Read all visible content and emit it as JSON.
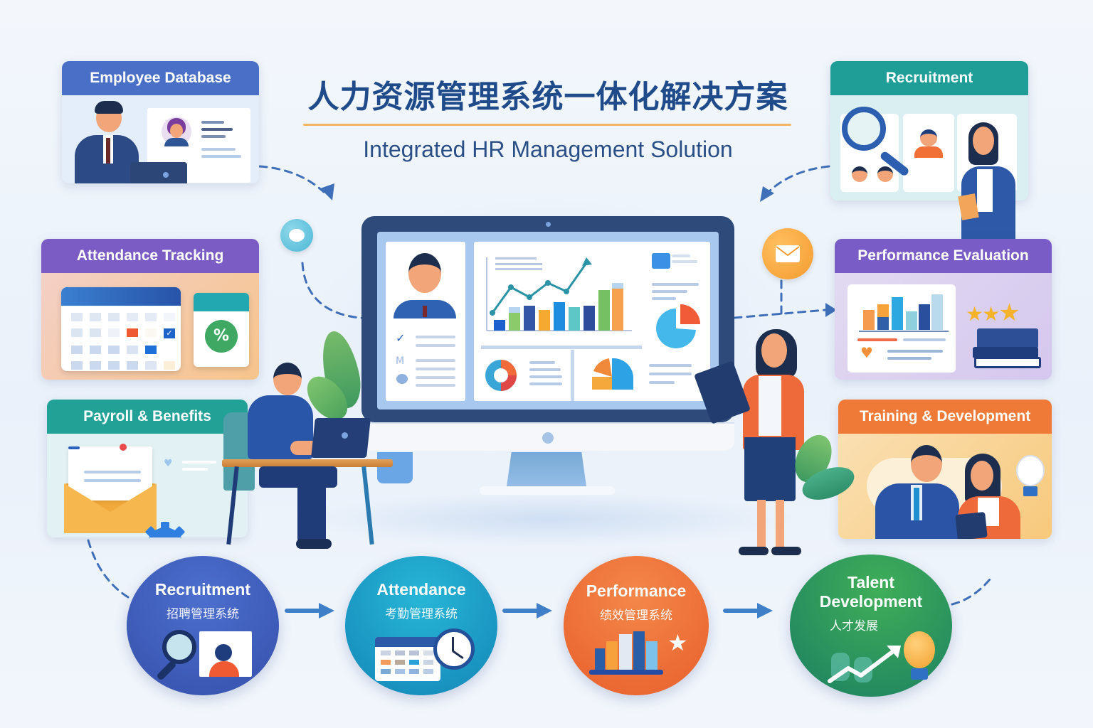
{
  "title": {
    "chinese": "人力资源管理系统一体化解决方案",
    "english": "Integrated HR Management Solution"
  },
  "colors": {
    "title_blue": "#1f4b8a",
    "rule_orange": "#f3b566",
    "employee_database": "#4a6fc7",
    "attendance_tracking": "#7b5cc4",
    "payroll_benefits": "#22a296",
    "recruitment": "#1f9e98",
    "performance_evaluation": "#7a5cc6",
    "training_development": "#ef7a38",
    "step_recruitment": "#3957b8",
    "step_attendance": "#1a9fc2",
    "step_performance": "#ee6c30",
    "step_talent": "#1f8f5f"
  },
  "feature_cards": {
    "left": [
      {
        "id": "employee-database",
        "label": "Employee Database",
        "icon": "employee-at-laptop-profile-icon"
      },
      {
        "id": "attendance-tracking",
        "label": "Attendance Tracking",
        "icon": "calendar-checkmark-icon"
      },
      {
        "id": "payroll-benefits",
        "label": "Payroll & Benefits",
        "icon": "envelope-gear-icon"
      }
    ],
    "right": [
      {
        "id": "recruitment",
        "label": "Recruitment",
        "icon": "magnifier-candidates-icon"
      },
      {
        "id": "performance-evaluation",
        "label": "Performance Evaluation",
        "icon": "bar-chart-stars-books-icon"
      },
      {
        "id": "training-development",
        "label": "Training & Development",
        "icon": "mentoring-lightbulb-icon"
      }
    ]
  },
  "center": {
    "monitor": {
      "dashboard_widgets": [
        "employee-profile",
        "line-bar-chart",
        "pie-chart",
        "donut-chart",
        "half-pie-chart"
      ]
    },
    "floating_icons": [
      "robot-bubble-icon",
      "mail-bubble-icon"
    ],
    "people": [
      "man-at-laptop-desk",
      "woman-with-clipboard"
    ]
  },
  "process_steps": [
    {
      "en": "Recruitment",
      "cn": "招聘管理系统",
      "icon": "magnifier-profile-icon"
    },
    {
      "en": "Attendance",
      "cn": "考勤管理系统",
      "icon": "calendar-clock-icon"
    },
    {
      "en": "Performance",
      "cn": "绩效管理系统",
      "icon": "bar-chart-star-icon"
    },
    {
      "en_line1": "Talent",
      "en_line2": "Development",
      "cn": "人才发展",
      "icon": "growth-lightbulb-icon"
    }
  ]
}
